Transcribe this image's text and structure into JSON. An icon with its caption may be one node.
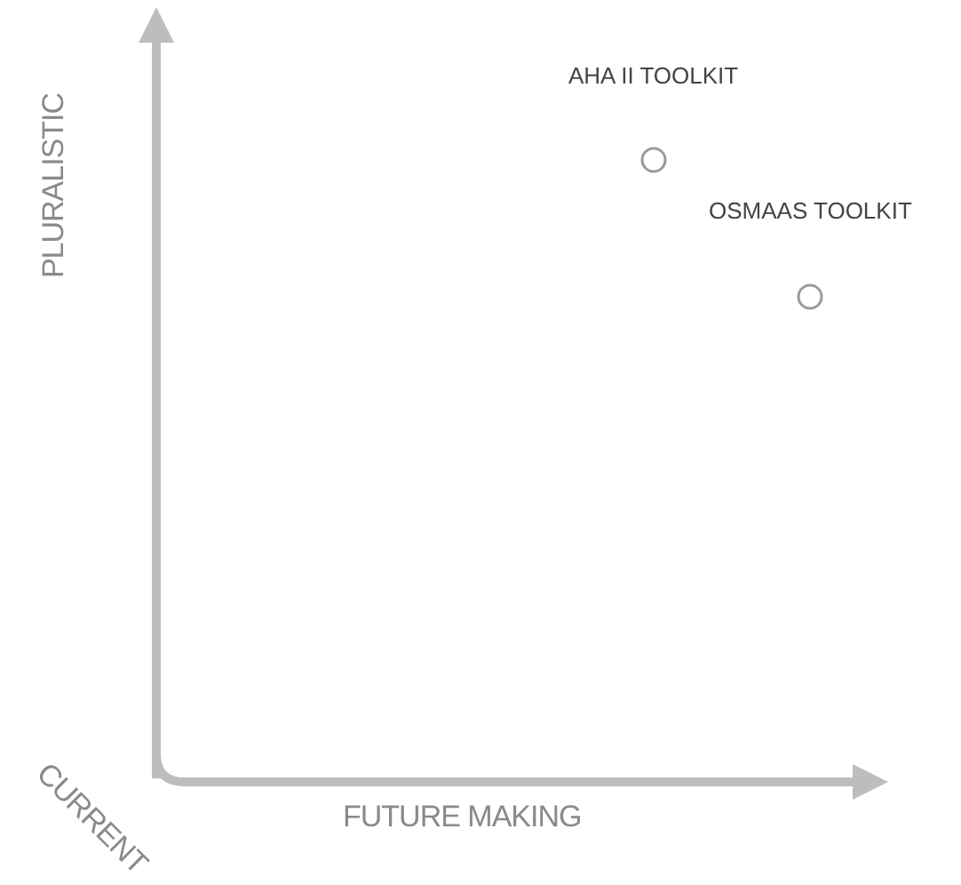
{
  "diagram": {
    "nodes": [
      {
        "text": [
          "AHA II TOOLKIT"
        ]
      },
      {
        "text": [
          "OSMAAS TOOLKIT"
        ]
      }
    ],
    "labels": [
      "PLURALISTIC",
      "CURRENT",
      "FUTURE MAKING"
    ]
  }
}
